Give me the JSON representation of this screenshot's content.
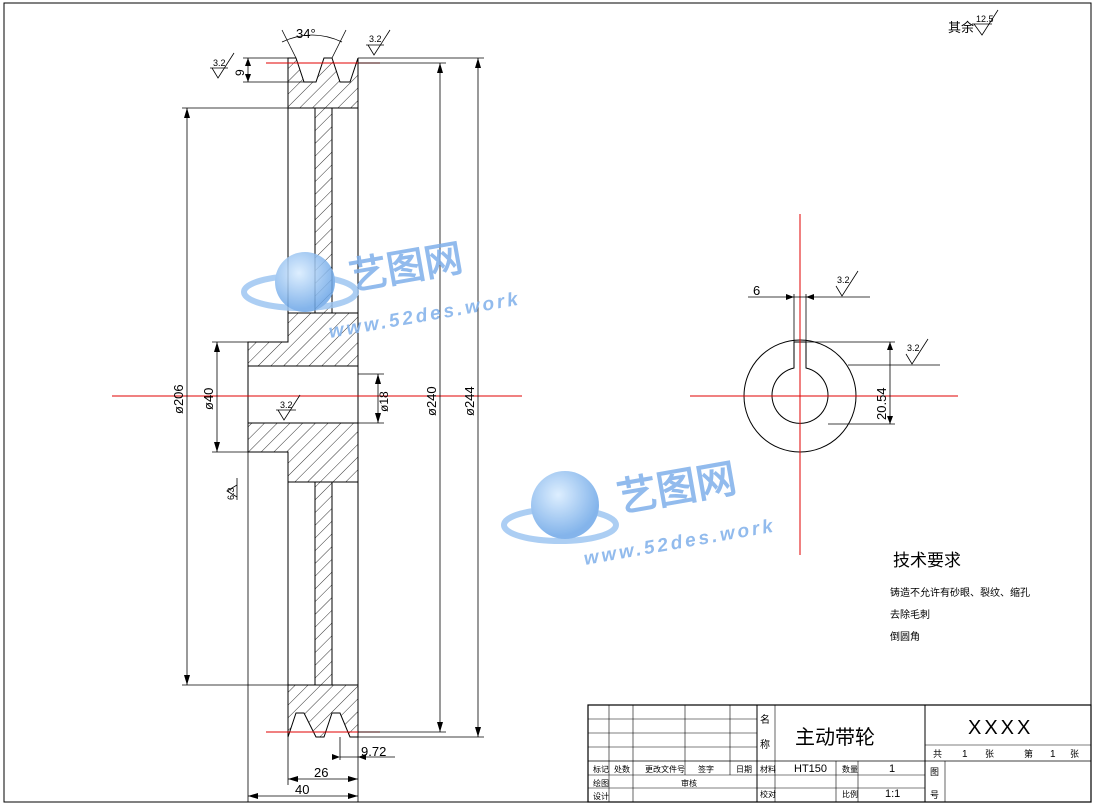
{
  "roughness": {
    "other_label": "其余",
    "other_value": "12.5",
    "ra_3_2": "3.2",
    "ra_6_3": "6.3"
  },
  "dimensions": {
    "groove_angle": "34°",
    "groove_depth": "9",
    "d_206": "ø206",
    "d_40": "ø40",
    "d_18": "ø18",
    "d_240": "ø240",
    "d_244": "ø244",
    "offset_9_72": "9.72",
    "width_26": "26",
    "width_40": "40",
    "key_width": "6",
    "key_height": "20.54"
  },
  "watermark": {
    "brand": "艺图网",
    "url": "www.52des.work"
  },
  "tech_requirements": {
    "title": "技术要求",
    "items": [
      "铸造不允许有砂眼、裂纹、缩孔",
      "去除毛刺",
      "倒圆角"
    ]
  },
  "title_block": {
    "part_name": "主动带轮",
    "drawing_no": "XXXX",
    "material": "HT150",
    "quantity": "1",
    "scale": "1:1",
    "labels": {
      "name_1": "名",
      "name_2": "称",
      "mark": "标记",
      "count": "处数",
      "change_doc": "更改文件号",
      "sign": "签字",
      "date": "日期",
      "draw": "绘图",
      "design": "设计",
      "review": "审核",
      "material": "材料",
      "quantity": "数量",
      "check": "校对",
      "scale": "比例",
      "total": "共",
      "sheets": "张",
      "sheet_no": "第",
      "sheet_unit": "张",
      "fig_1": "图",
      "fig_2": "号"
    },
    "total_sheets": "1",
    "sheet_number": "1"
  }
}
